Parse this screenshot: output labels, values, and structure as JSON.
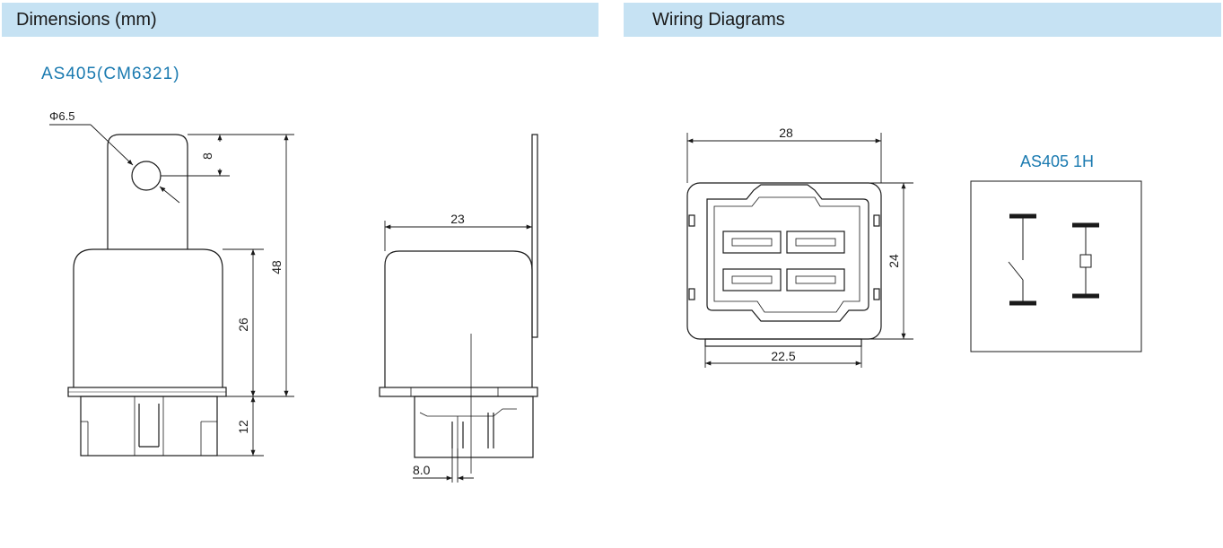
{
  "dimensions_section": {
    "header": "Dimensions (mm)",
    "model_title": "AS405(CM6321)",
    "labels": {
      "hole_diameter": "Φ6.5",
      "tab_top": "8",
      "overall_height": "48",
      "body_height": "26",
      "pin_height": "12",
      "side_depth": "23",
      "pin_spacing": "8.0"
    }
  },
  "wiring_section": {
    "header": "Wiring Diagrams",
    "labels": {
      "outer_width": "28",
      "height": "24",
      "inner_width": "22.5"
    },
    "schematic_title": "AS405 1H"
  },
  "colors": {
    "header_bg": "#c6e2f3",
    "title_blue": "#1a7ab0",
    "line": "#1a1a1a"
  }
}
